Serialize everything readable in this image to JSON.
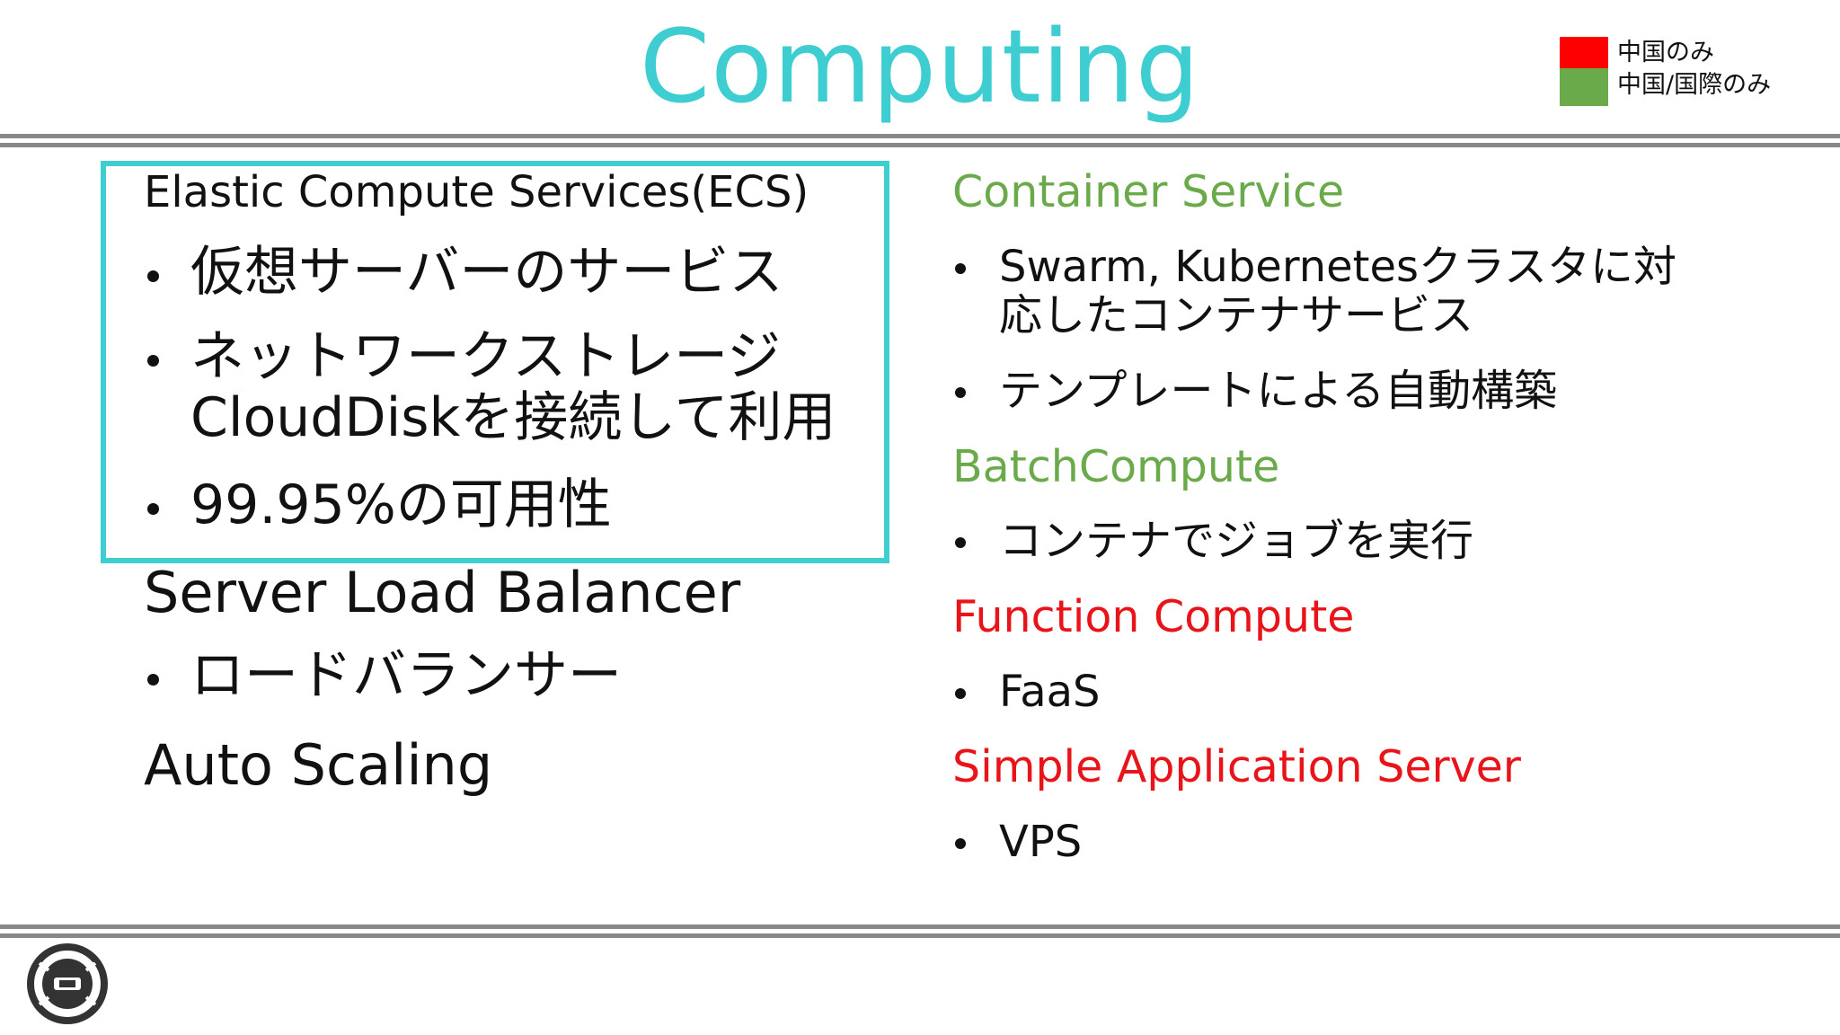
{
  "slide": {
    "title": "Computing",
    "legend": [
      {
        "label": "中国のみ",
        "color": "#ff0000"
      },
      {
        "label": "中国/国際のみ",
        "color": "#6aaa4a"
      }
    ],
    "left": {
      "ecs": {
        "heading": "Elastic Compute Services(ECS)",
        "bullets": [
          {
            "lines": [
              "仮想サーバーのサービス"
            ]
          },
          {
            "lines": [
              "ネットワークストレージ",
              "CloudDiskを接続して利用"
            ]
          },
          {
            "lines": [
              "99.95%の可用性"
            ]
          }
        ],
        "box_color": "#3ecdd0"
      },
      "slb": {
        "heading": "Server Load Balancer",
        "bullets": [
          "ロードバランサー"
        ]
      },
      "autoscaling": {
        "heading": "Auto Scaling"
      }
    },
    "right": [
      {
        "heading": "Container Service",
        "color": "#6aaa4a",
        "bullets": [
          [
            "Swarm, Kubernetesクラスタに対",
            "応したコンテナサービス"
          ],
          [
            "テンプレートによる自動構築"
          ]
        ]
      },
      {
        "heading": "BatchCompute",
        "color": "#6aaa4a",
        "bullets": [
          [
            "コンテナでジョブを実行"
          ]
        ]
      },
      {
        "heading": "Function Compute",
        "color": "#e8141a",
        "bullets": [
          [
            "FaaS"
          ]
        ]
      },
      {
        "heading": "Simple Application Server",
        "color": "#e8141a",
        "bullets": [
          [
            "VPS"
          ]
        ]
      }
    ],
    "logo_icon": "circular-logo-icon"
  }
}
